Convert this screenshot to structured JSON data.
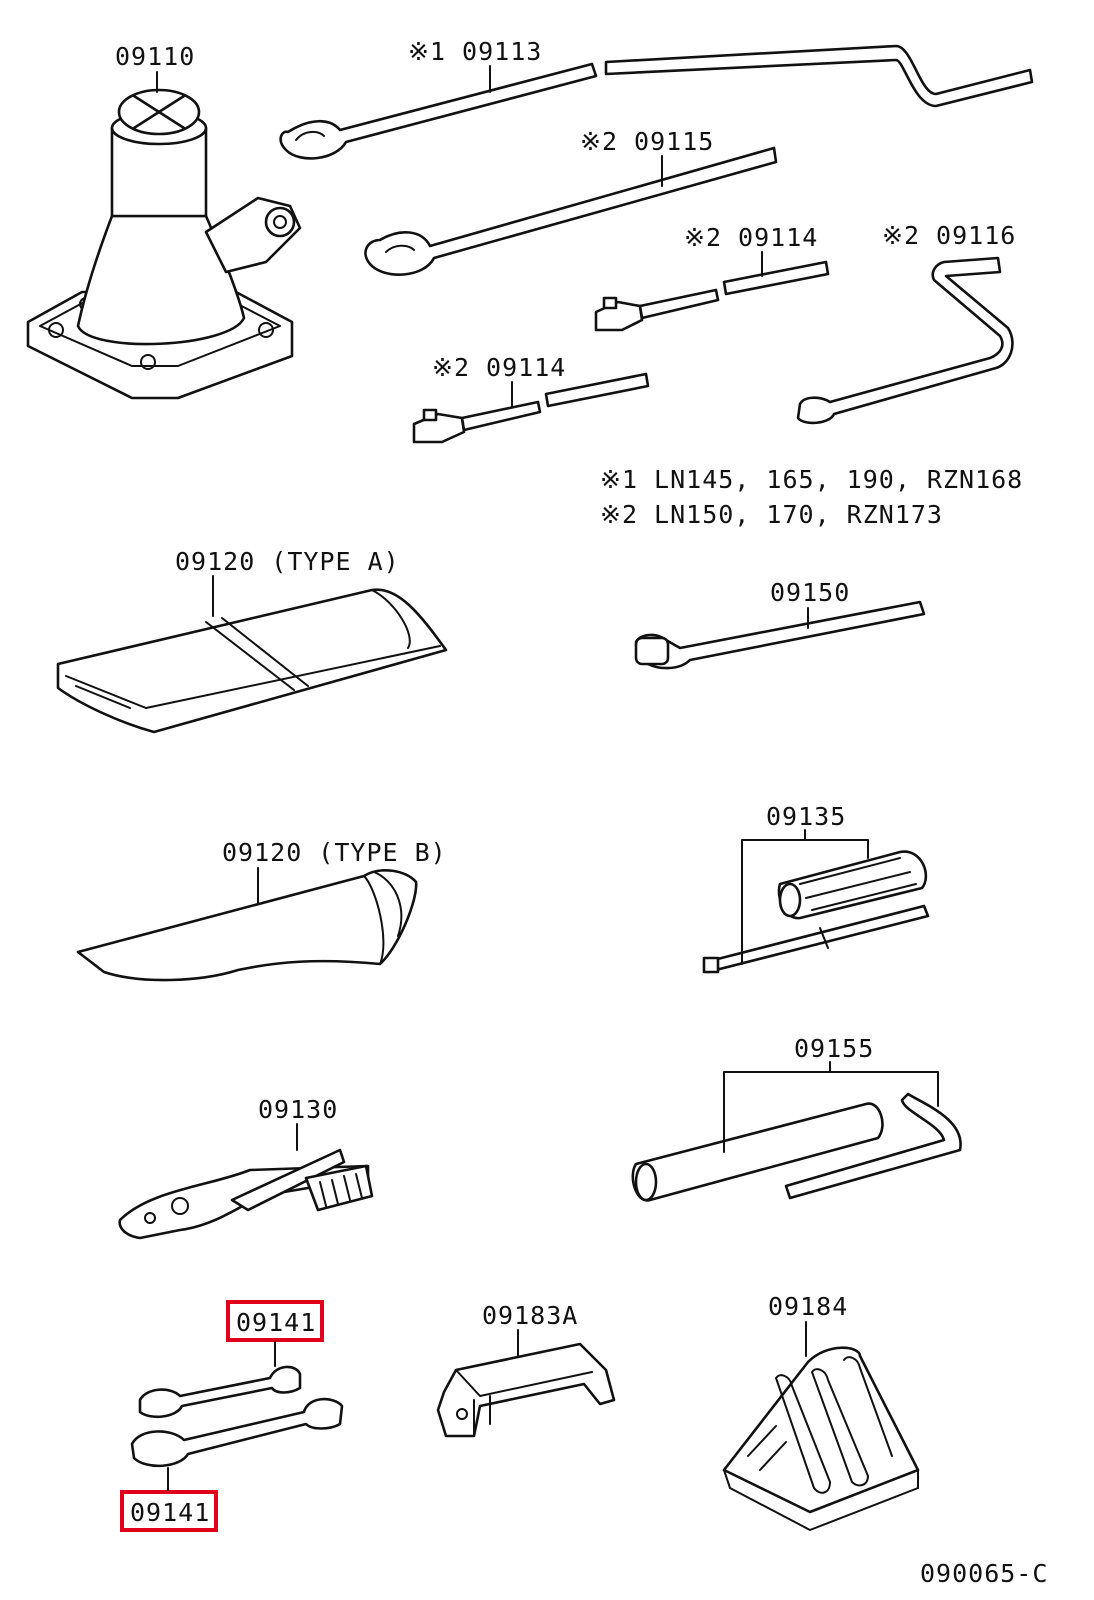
{
  "diagram_id": "090065-C",
  "parts": {
    "jack": "09110",
    "handle_1": "※1 09113",
    "handle_2": "※2 09115",
    "ext_bar_a": "※2 09114",
    "ext_bar_b": "※2 09114",
    "crank": "※2 09116",
    "tool_bag_a": "09120 (TYPE  A)",
    "tool_bag_b": "09120 (TYPE  B)",
    "wrench_09150": "09150",
    "screwdriver": "09135",
    "pliers": "09130",
    "wheel_nut_wrench": "09155",
    "spanner_top": "09141",
    "spanner_bottom": "09141",
    "bracket": "09183A",
    "wheel_chock": "09184"
  },
  "notes": {
    "note_1": "※1 LN145, 165, 190, RZN168",
    "note_2": "※2 LN150, 170, RZN173"
  },
  "highlight_color": "#e0001b"
}
